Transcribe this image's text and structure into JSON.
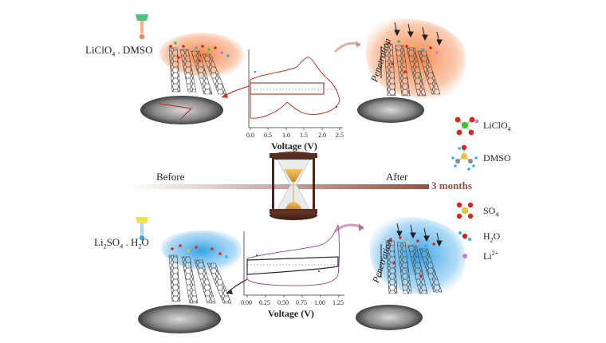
{
  "top_panel": {
    "electrolyte_main": "LiClO",
    "electrolyte_sub": "4",
    "electrolyte_rest": " . DMSO",
    "penetration": "Penetration",
    "cv_axis_title": "Voltage (V)",
    "cv_ticks": [
      "0.0",
      "0.5",
      "1.0",
      "1.5",
      "2.0",
      "2.5"
    ]
  },
  "bottom_panel": {
    "electrolyte_pre": "Li",
    "electrolyte_sub": "2",
    "electrolyte_mid": "SO",
    "electrolyte_sub2": "4",
    "electrolyte_rest": " . H",
    "electrolyte_sub3": "2",
    "electrolyte_end": "O",
    "penetration": "Penetration",
    "cv_axis_title": "Voltage (V)",
    "cv_ticks": [
      "0.00",
      "0.25",
      "0.50",
      "0.75",
      "1.00",
      "1.25"
    ]
  },
  "timeline": {
    "before": "Before",
    "after": "After",
    "duration": "3 months"
  },
  "legend": {
    "liclo4_main": "LiClO",
    "liclo4_sub": "4",
    "dmso": "DMSO",
    "so4_main": "SO",
    "so4_sub": "4",
    "h2o_pre": "H",
    "h2o_sub": "2",
    "h2o_end": "O",
    "li_main": "Li",
    "li_sup": "2+"
  },
  "colors": {
    "top_accent": "#f08a55",
    "bottom_accent": "#3ba8e6",
    "cv_top_before": "#c0392b",
    "cv_top_after": "#c0392b",
    "cv_bottom_before": "#2b2b3a",
    "cv_bottom_after": "#a0508e",
    "timeline": "#9c4e3e",
    "chlorine": "#3cc43c",
    "oxygen": "#d9261c",
    "lithium": "#c77ae0",
    "sulfur": "#e8c43a",
    "hydrogen": "#29b7e8",
    "carbon": "#888888"
  }
}
